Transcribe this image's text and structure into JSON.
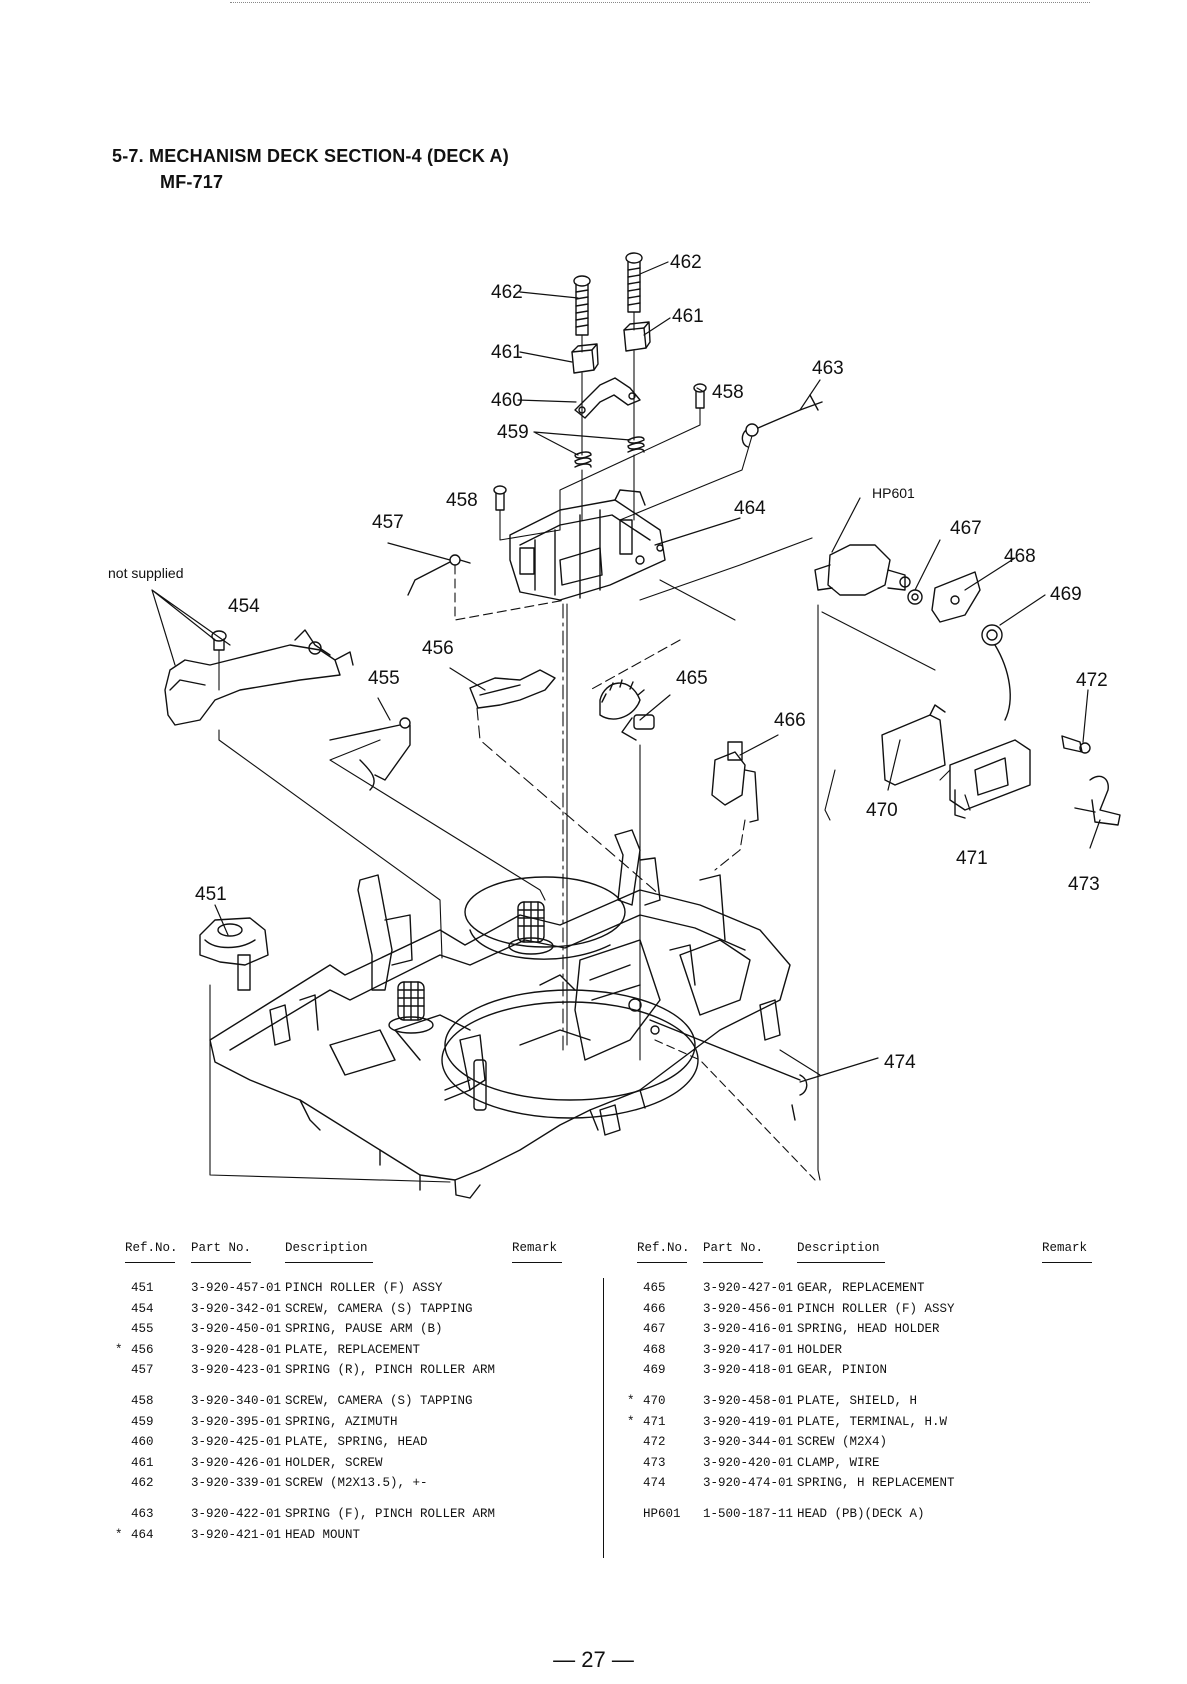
{
  "title": {
    "line1": "5-7.  MECHANISM DECK SECTION-4 (DECK A)",
    "line2": "MF-717"
  },
  "callouts": {
    "c462a": "462",
    "c462b": "462",
    "c461a": "461",
    "c461b": "461",
    "c460": "460",
    "c459": "459",
    "c458a": "458",
    "c458b": "458",
    "c463": "463",
    "c464": "464",
    "c457": "457",
    "c454": "454",
    "not_supplied": "not supplied",
    "c456": "456",
    "c455": "455",
    "c465": "465",
    "c466": "466",
    "hp601": "HP601",
    "c467": "467",
    "c468": "468",
    "c469": "469",
    "c472": "472",
    "c470": "470",
    "c471": "471",
    "c473": "473",
    "c451": "451",
    "c474": "474"
  },
  "table_headers": {
    "ref": "Ref.No.",
    "part": "Part No.",
    "desc": "Description",
    "remark": "Remark"
  },
  "left_parts": [
    [
      {
        "ref": "451",
        "part": "3-920-457-01",
        "desc": "PINCH ROLLER (F) ASSY",
        "mark": ""
      },
      {
        "ref": "454",
        "part": "3-920-342-01",
        "desc": "SCREW, CAMERA (S) TAPPING",
        "mark": ""
      },
      {
        "ref": "455",
        "part": "3-920-450-01",
        "desc": "SPRING, PAUSE ARM (B)",
        "mark": ""
      },
      {
        "ref": "456",
        "part": "3-920-428-01",
        "desc": "PLATE, REPLACEMENT",
        "mark": "*"
      },
      {
        "ref": "457",
        "part": "3-920-423-01",
        "desc": "SPRING (R), PINCH ROLLER ARM",
        "mark": ""
      }
    ],
    [
      {
        "ref": "458",
        "part": "3-920-340-01",
        "desc": "SCREW, CAMERA (S) TAPPING",
        "mark": ""
      },
      {
        "ref": "459",
        "part": "3-920-395-01",
        "desc": "SPRING, AZIMUTH",
        "mark": ""
      },
      {
        "ref": "460",
        "part": "3-920-425-01",
        "desc": "PLATE, SPRING, HEAD",
        "mark": ""
      },
      {
        "ref": "461",
        "part": "3-920-426-01",
        "desc": "HOLDER, SCREW",
        "mark": ""
      },
      {
        "ref": "462",
        "part": "3-920-339-01",
        "desc": "SCREW (M2X13.5), +-",
        "mark": ""
      }
    ],
    [
      {
        "ref": "463",
        "part": "3-920-422-01",
        "desc": "SPRING (F), PINCH ROLLER ARM",
        "mark": ""
      },
      {
        "ref": "464",
        "part": "3-920-421-01",
        "desc": "HEAD MOUNT",
        "mark": "*"
      }
    ]
  ],
  "right_parts": [
    [
      {
        "ref": "465",
        "part": "3-920-427-01",
        "desc": "GEAR, REPLACEMENT",
        "mark": ""
      },
      {
        "ref": "466",
        "part": "3-920-456-01",
        "desc": "PINCH ROLLER (F) ASSY",
        "mark": ""
      },
      {
        "ref": "467",
        "part": "3-920-416-01",
        "desc": "SPRING, HEAD HOLDER",
        "mark": ""
      },
      {
        "ref": "468",
        "part": "3-920-417-01",
        "desc": "HOLDER",
        "mark": ""
      },
      {
        "ref": "469",
        "part": "3-920-418-01",
        "desc": "GEAR, PINION",
        "mark": ""
      }
    ],
    [
      {
        "ref": "470",
        "part": "3-920-458-01",
        "desc": "PLATE, SHIELD, H",
        "mark": "*"
      },
      {
        "ref": "471",
        "part": "3-920-419-01",
        "desc": "PLATE, TERMINAL, H.W",
        "mark": "*"
      },
      {
        "ref": "472",
        "part": "3-920-344-01",
        "desc": "SCREW (M2X4)",
        "mark": ""
      },
      {
        "ref": "473",
        "part": "3-920-420-01",
        "desc": "CLAMP, WIRE",
        "mark": ""
      },
      {
        "ref": "474",
        "part": "3-920-474-01",
        "desc": "SPRING, H REPLACEMENT",
        "mark": ""
      }
    ],
    [
      {
        "ref": "HP601",
        "part": "1-500-187-11",
        "desc": "HEAD (PB)(DECK A)",
        "mark": ""
      }
    ]
  ],
  "page_number": "— 27 —"
}
